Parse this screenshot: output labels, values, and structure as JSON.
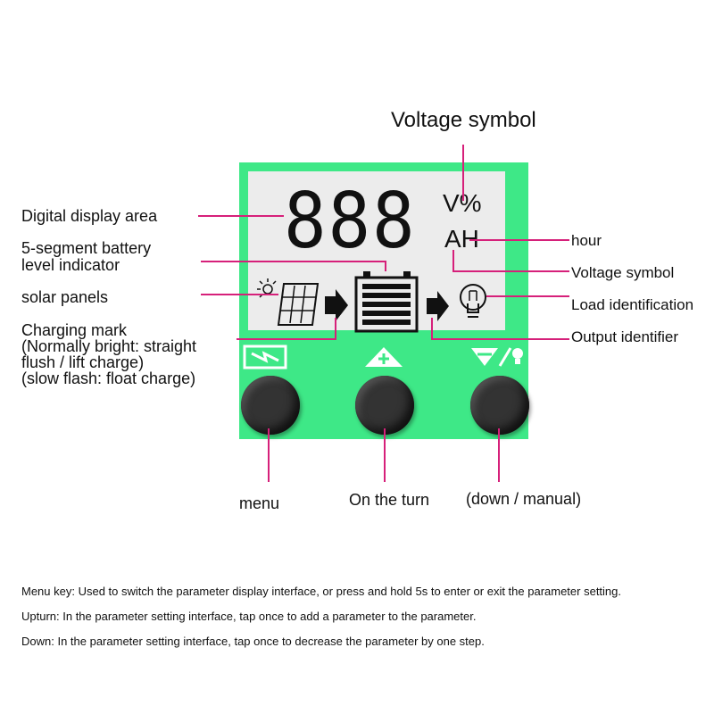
{
  "labels": {
    "voltage_symbol_top": "Voltage symbol",
    "digital_display_area": "Digital display area",
    "battery_indicator_line1": "5-segment battery",
    "battery_indicator_line2": "level indicator",
    "solar_panels": "solar panels",
    "charging_mark_line1": "Charging mark",
    "charging_mark_line2": "(Normally bright: straight",
    "charging_mark_line3": "flush / lift charge)",
    "charging_mark_line4": "(slow flash: float charge)",
    "hour": "hour",
    "voltage_symbol_right": "Voltage symbol",
    "load_identification": "Load identification",
    "output_identifier": "Output identifier",
    "menu": "menu",
    "on_the_turn": "On the turn",
    "down_manual": "(down / manual)"
  },
  "display": {
    "digits": "888",
    "unit_top": "V%",
    "unit_bottom": "AH"
  },
  "descriptions": [
    "Menu key: Used to switch the parameter display interface, or press and hold 5s to enter or exit the parameter setting.",
    "Upturn: In the parameter setting interface, tap once to add a parameter to the parameter.",
    "Down: In the parameter setting interface, tap once to decrease the parameter by one step."
  ],
  "colors": {
    "panel": "#3ee887",
    "lcd": "#ececec",
    "pointer": "#d6207a",
    "button": "#333333"
  }
}
